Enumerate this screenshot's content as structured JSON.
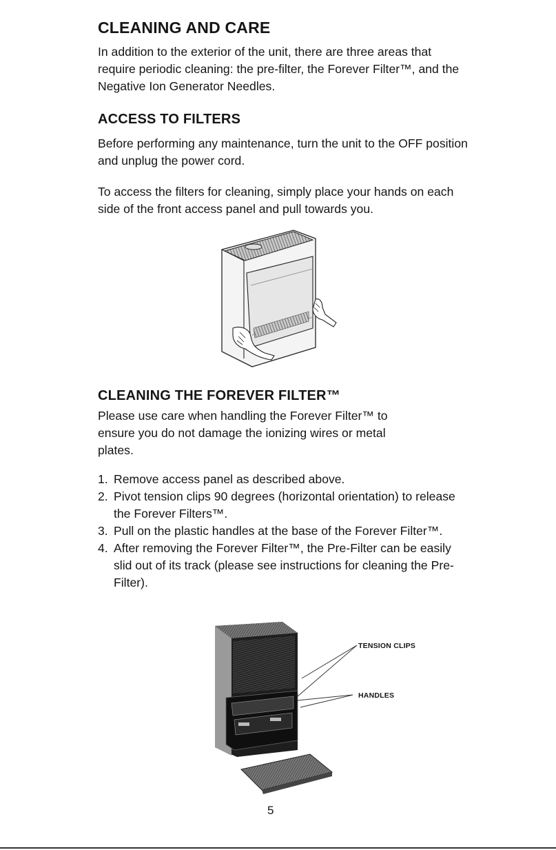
{
  "headings": {
    "main": "CLEANING AND CARE",
    "access": "ACCESS TO FILTERS",
    "forever": "CLEANING THE FOREVER FILTER™"
  },
  "paragraphs": {
    "intro": "In addition to the exterior of the unit, there are three areas that require periodic cleaning: the pre-filter, the Forever Filter™, and the Negative Ion Generator Needles.",
    "before": "Before performing any maintenance, turn the unit to the OFF position and unplug the power cord.",
    "access": "To access the filters for cleaning, simply place your hands on each side of the front access panel and pull towards you.",
    "care": "Please use care when handling the Forever Filter™ to ensure you do not damage the ionizing wires or metal plates."
  },
  "steps": [
    {
      "num": "1.",
      "text": "Remove access panel as described above."
    },
    {
      "num": "2.",
      "text": "Pivot tension clips 90 degrees (horizontal orientation) to release the Forever Filters™."
    },
    {
      "num": "3.",
      "text": "Pull on the plastic handles at the base of the Forever Filter™."
    },
    {
      "num": "4.",
      "text": "After removing the Forever Filter™, the Pre-Filter can be easily slid out of its track (please see instructions for cleaning the Pre-Filter)."
    }
  ],
  "callouts": {
    "tension_clips": "TENSION CLIPS",
    "handles": "HANDLES"
  },
  "page_number": "5"
}
